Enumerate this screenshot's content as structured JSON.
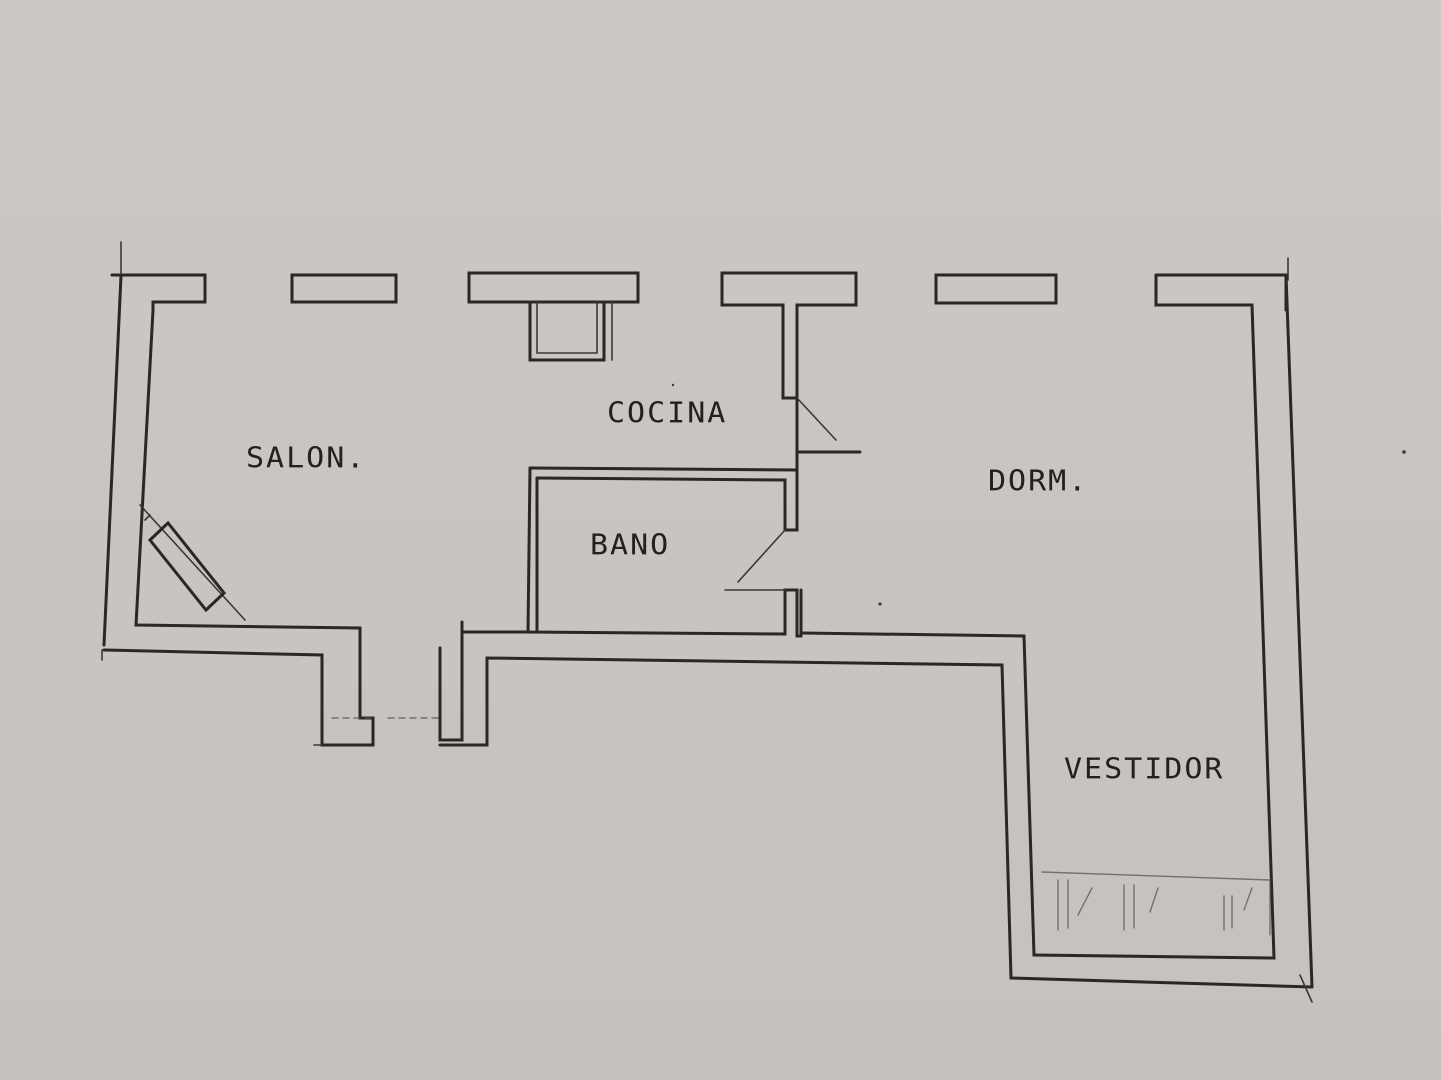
{
  "floor_plan": {
    "rooms": [
      {
        "id": "salon",
        "label": "SALON."
      },
      {
        "id": "cocina",
        "label": "COCINA"
      },
      {
        "id": "bano",
        "label": "BANO"
      },
      {
        "id": "dorm",
        "label": "DORM."
      },
      {
        "id": "vestidor",
        "label": "VESTIDOR"
      }
    ],
    "colors": {
      "paper": "#c9c5c1",
      "ink": "#2a2724"
    }
  }
}
